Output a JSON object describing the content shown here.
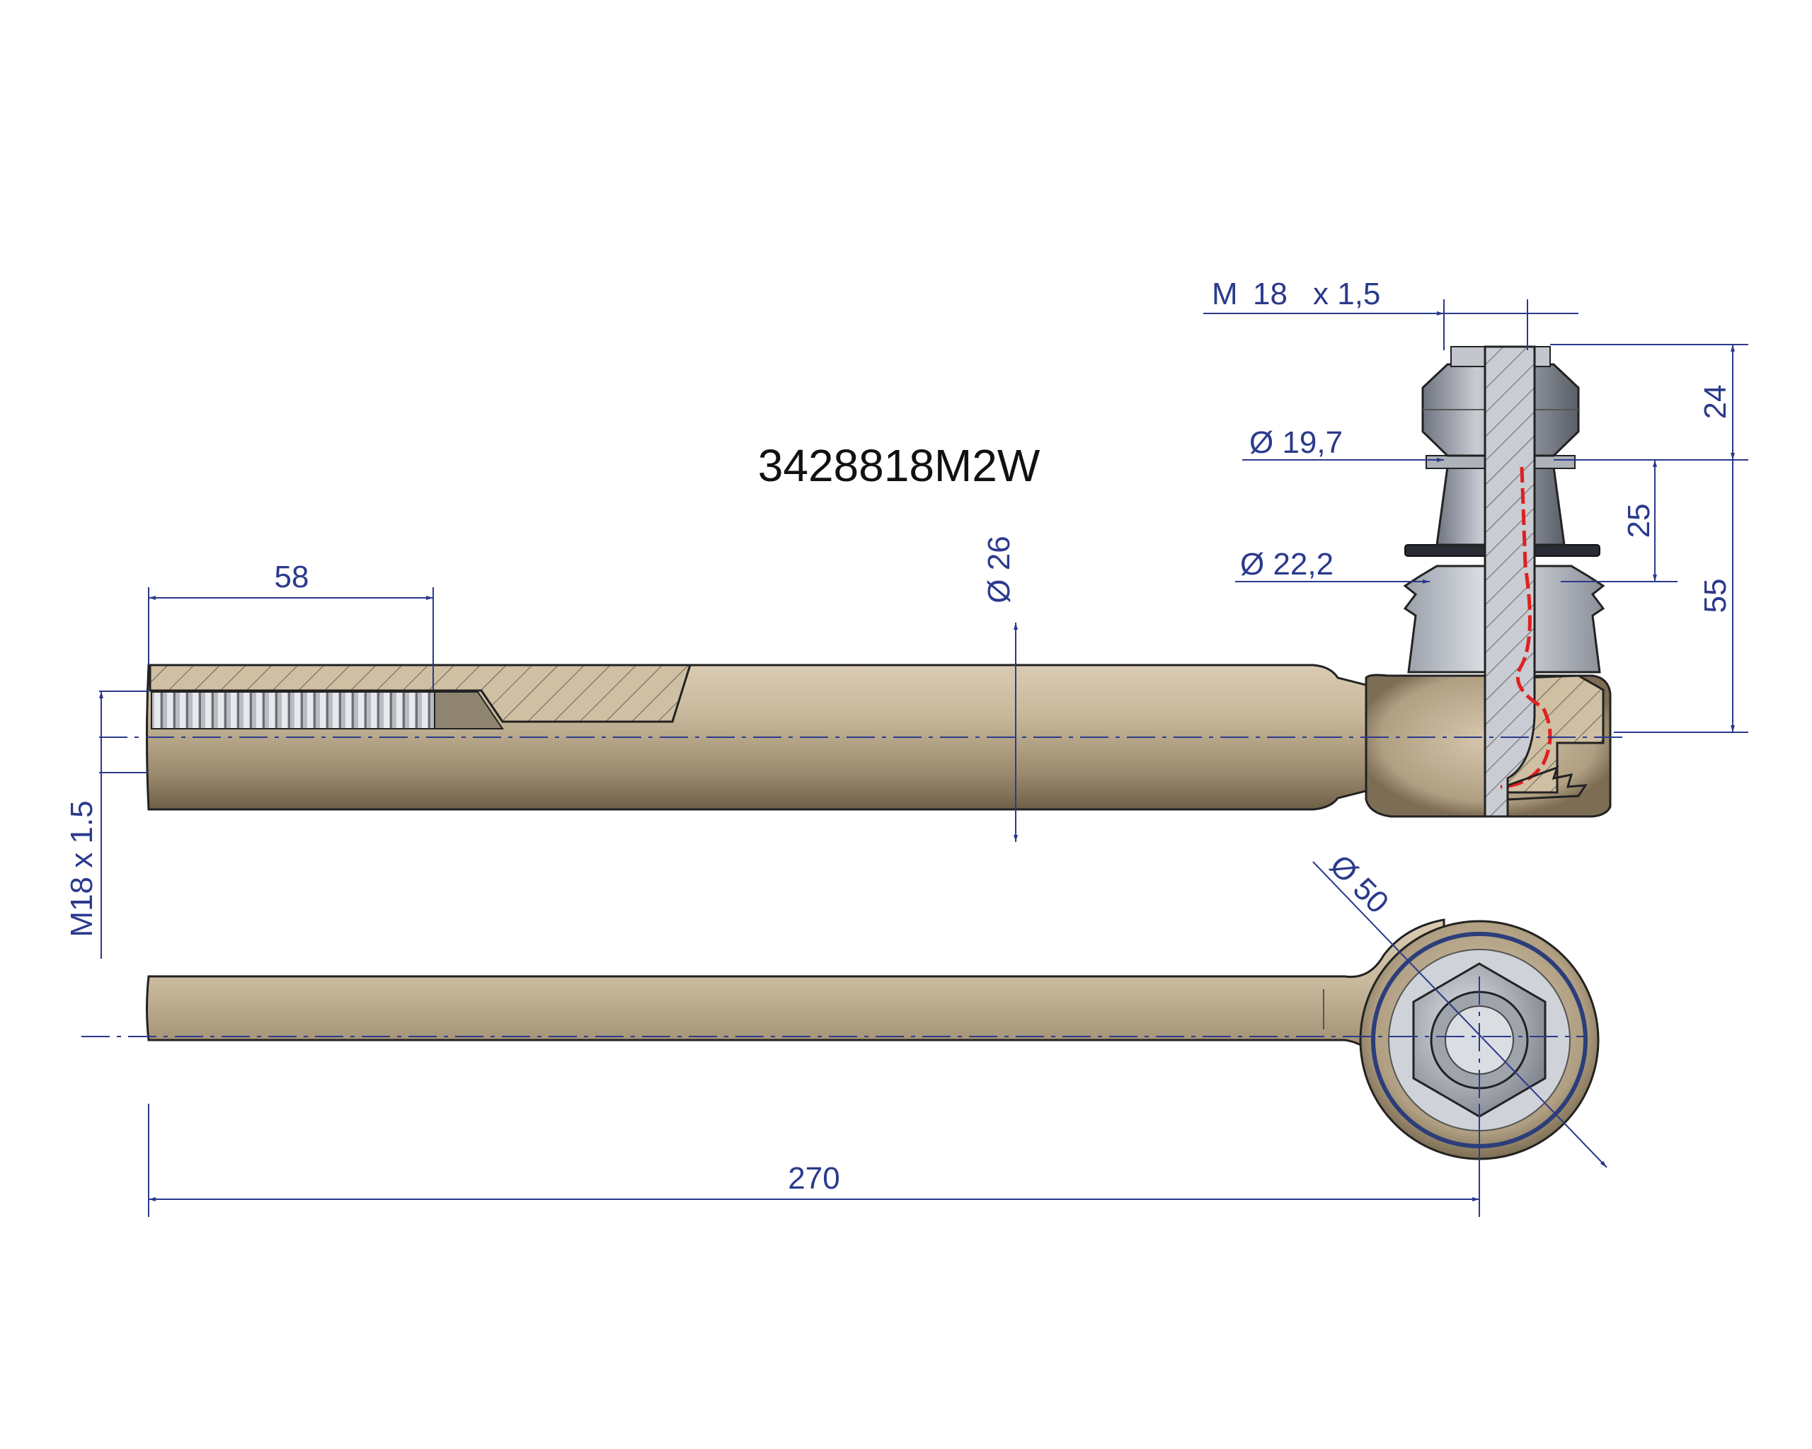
{
  "part_number": "3428818M2W",
  "dimensions": {
    "thread_length": "58",
    "rod_diameter": "Ø 26",
    "rod_thread": "M18 x 1.5",
    "stud_thread_m": "M",
    "stud_thread_size": "18",
    "stud_thread_pitch": "x 1,5",
    "taper_small": "Ø 19,7",
    "taper_large": "Ø 22,2",
    "nut_height": "24",
    "taper_length": "25",
    "stud_height": "55",
    "eye_diameter": "Ø 50",
    "total_length": "270"
  },
  "colors": {
    "dimension": "#2b3a8c",
    "rod": "#b5a487",
    "red_line": "#e02020"
  }
}
